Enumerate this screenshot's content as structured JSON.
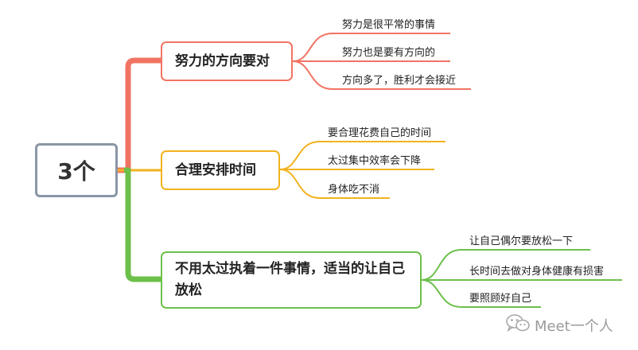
{
  "root": {
    "label": "3个"
  },
  "branches": [
    {
      "label": "努力的方向要对",
      "color": "#f07463",
      "leaves": [
        "努力是很平常的事情",
        "努力也是要有方向的",
        "方向多了，胜利才会接近"
      ]
    },
    {
      "label": "合理安排时间",
      "color": "#f2b21e",
      "leaves": [
        "要合理花费自己的时间",
        "太过集中效率会下降",
        "身体吃不消"
      ]
    },
    {
      "label": "不用太过执着一件事情，适当的让自己放松",
      "color": "#6cc04a",
      "leaves": [
        "让自己偶尔要放松一下",
        "长时间去做对身体健康有损害",
        "要照顾好自己"
      ]
    }
  ],
  "watermark": {
    "text": "Meet一个人",
    "icon": "wechat-icon"
  }
}
